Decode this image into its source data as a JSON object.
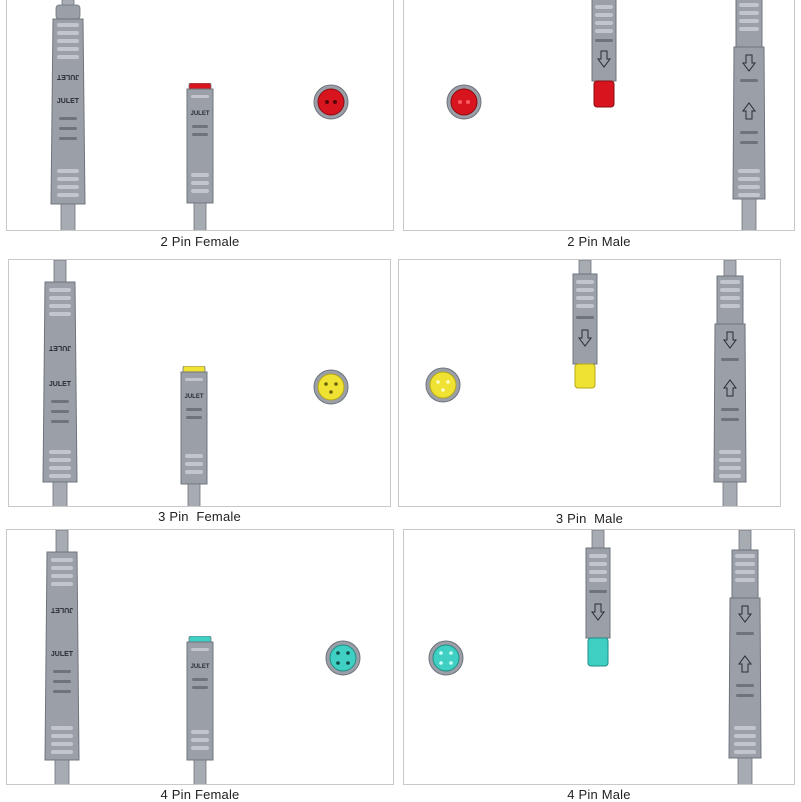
{
  "captions": {
    "p2f": "2 Pin Female",
    "p2m": "2 Pin Male",
    "p3f": "3 Pin  Female",
    "p3m": "3 Pin  Male",
    "p4f": "4 Pin Female",
    "p4m": "4 Pin Male"
  },
  "brand": "JULET",
  "icons": {
    "connector": "connector-icon",
    "socket_face": "socket-face-icon",
    "arrow": "arrow-icon"
  },
  "colors": {
    "body": "#9a9fa8",
    "body_dark": "#6f747c",
    "body_light": "#c2c6cc",
    "cable": "#a7acb3",
    "pin2": "#d8141f",
    "pin3": "#f0e233",
    "pin4": "#3fcfc3",
    "border": "#c8c8c8"
  }
}
